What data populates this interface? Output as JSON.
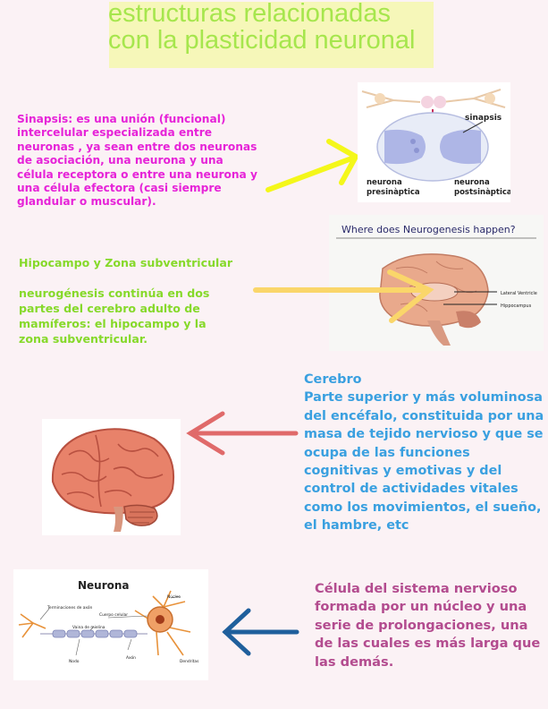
{
  "title": {
    "line1": "estructuras relacionadas",
    "line2": "con la plasticidad neuronal"
  },
  "sinapsis": {
    "text": "Sinapsis: es una unión (funcional) intercelular especializada entre neuronas , ya sean entre dos neuronas de asociación, una neurona y una célula receptora o entre una neurona y una célula efectora (casi siempre glandular o muscular).",
    "image_labels": {
      "sinapsis": "sinapsis",
      "pre_1": "neurona",
      "pre_2": "presinàptica",
      "post_1": "neurona",
      "post_2": "postsinàptica"
    }
  },
  "hipocampo": {
    "heading": "Hipocampo y Zona subventricular",
    "body": "neurogénesis continúa en dos partes del cerebro adulto de mamíferos: el hipocampo y la zona subventricular.",
    "image_title": "Where does Neurogenesis happen?",
    "image_label_1": "Lateral Ventricle",
    "image_label_2": "Hippocampus"
  },
  "cerebro": {
    "heading": "Cerebro",
    "body": "Parte superior y más voluminosa del encéfalo, constituida por una masa de tejido nervioso y que se ocupa de las funciones cognitivas y emotivas y del control de actividades vitales como los movimientos, el sueño, el hambre, etc"
  },
  "neurona": {
    "text": "Célula del sistema nervioso formada por un núcleo y una serie de prolongaciones, una de las cuales es más larga que las demás.",
    "image_title": "Neurona",
    "image_labels": [
      "Núcleo",
      "Terminaciones de axón",
      "Cuerpo celular",
      "Vaina de mielina",
      "Axón",
      "Dendritas",
      "Nodo"
    ]
  },
  "colors": {
    "title": "#a6e64d",
    "title_bg": "#f6f7b9",
    "sinapsis_text": "#e623d8",
    "hipocampo_text": "#86d92a",
    "cerebro_text": "#3aa0e0",
    "neurona_text": "#b34c8f",
    "arrow_yellow": "#f4f71a",
    "arrow_gold": "#fad66a",
    "arrow_red": "#e06a6a",
    "arrow_blue": "#1f5f9c"
  }
}
